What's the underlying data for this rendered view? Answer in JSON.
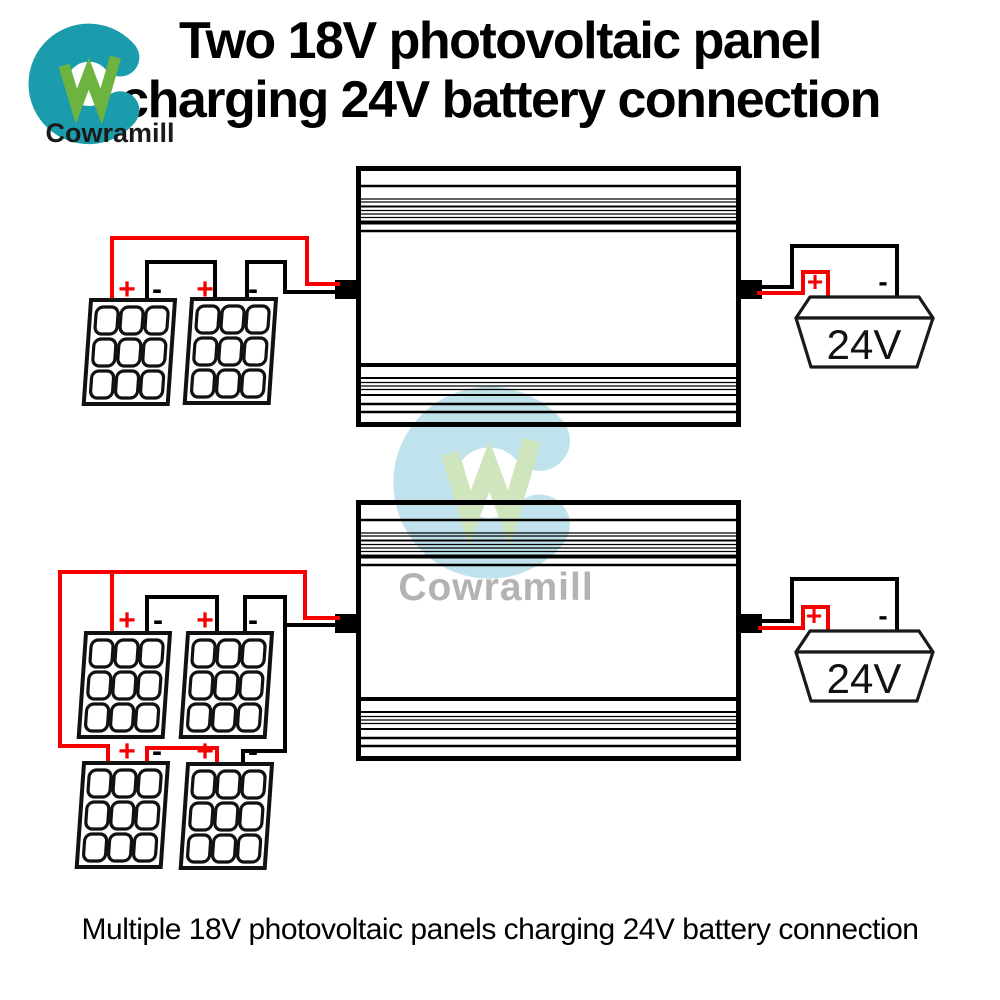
{
  "brand": {
    "name": "Cowramill"
  },
  "header": {
    "title_line1": "Two 18V photovoltaic panel",
    "title_line2": "charging 24V battery connection"
  },
  "footer": {
    "caption": "Multiple 18V photovoltaic panels charging 24V battery connection"
  },
  "symbols": {
    "plus": "+",
    "minus": "-"
  },
  "battery": {
    "voltage_label": "24V"
  },
  "colors": {
    "wire-positive": "#f70000",
    "wire-negative": "#000000",
    "brand-teal": "#1a9cad",
    "brand-green": "#6cb33f",
    "watermark-teal": "#bfe2ec",
    "watermark-green": "#cfe5bd",
    "watermark-gray": "#b3b3b3",
    "ink": "#111111"
  }
}
